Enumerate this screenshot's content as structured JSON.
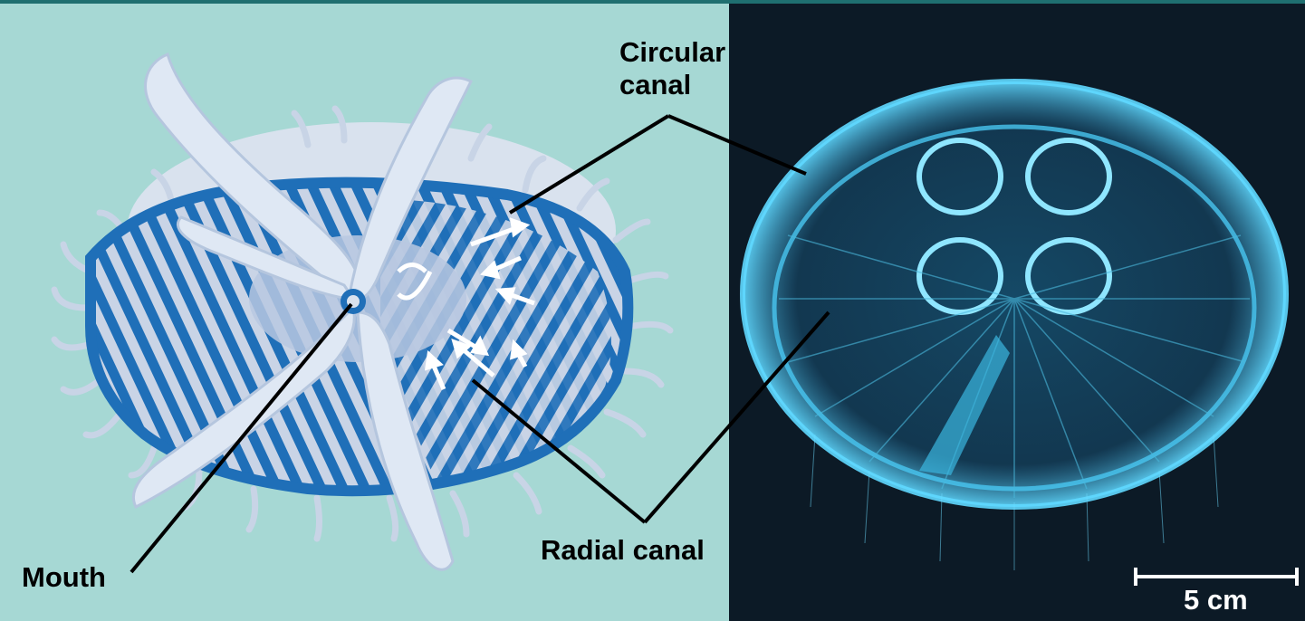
{
  "labels": {
    "circular_canal": "Circular\ncanal",
    "radial_canal": "Radial canal",
    "mouth": "Mouth",
    "scale_bar": "5 cm"
  },
  "colors": {
    "illustration_background": "#a6d8d4",
    "photo_background": "#0c1a26",
    "canal_blue": "#1f6fb8",
    "bell_pale": "#c6d2e4",
    "photo_jellyfish": "#35c8f0",
    "annotation_line": "#000000",
    "scale_bar": "#ffffff"
  },
  "icons": [
    "jellyfish-illustration",
    "jellyfish-photo",
    "scale-bar"
  ]
}
